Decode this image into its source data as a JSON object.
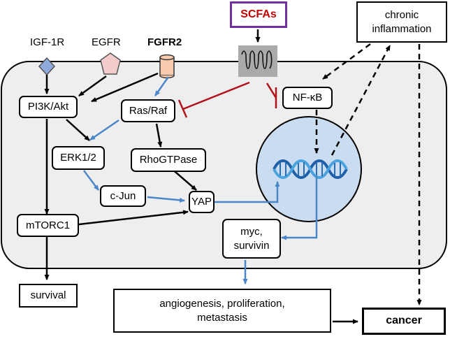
{
  "title": "",
  "nodes": {
    "scfas": "SCFAs",
    "chronic_inflammation": "chronic\ninflammation",
    "igf1r": "IGF-1R",
    "egfr": "EGFR",
    "fgfr2": "FGFR2",
    "pi3k_akt": "PI3K/Akt",
    "ras_raf": "Ras/Raf",
    "nfkb": "NF-κB",
    "erk12": "ERK1/2",
    "rhogtpase": "RhoGTPase",
    "cjun": "c-Jun",
    "yap": "YAP",
    "mtorc1": "mTORC1",
    "myc_survivin": "myc,\nsurvivin",
    "survival": "survival",
    "outcomes": "angiogenesis, proliferation,\nmetastasis",
    "cancer": "cancer"
  },
  "colors": {
    "black_arrow": "#000000",
    "blue_arrow": "#4a86c8",
    "red_inhibit": "#b0121b",
    "scfa_text": "#c00000",
    "scfa_border": "#7030a0",
    "cell_fill": "#eeeeee",
    "nucleus_fill": "#c9dcf0",
    "receptor_diamond": "#8ea9db",
    "receptor_pentagon": "#f4cccc",
    "receptor_cylinder": "#f8cbad"
  }
}
